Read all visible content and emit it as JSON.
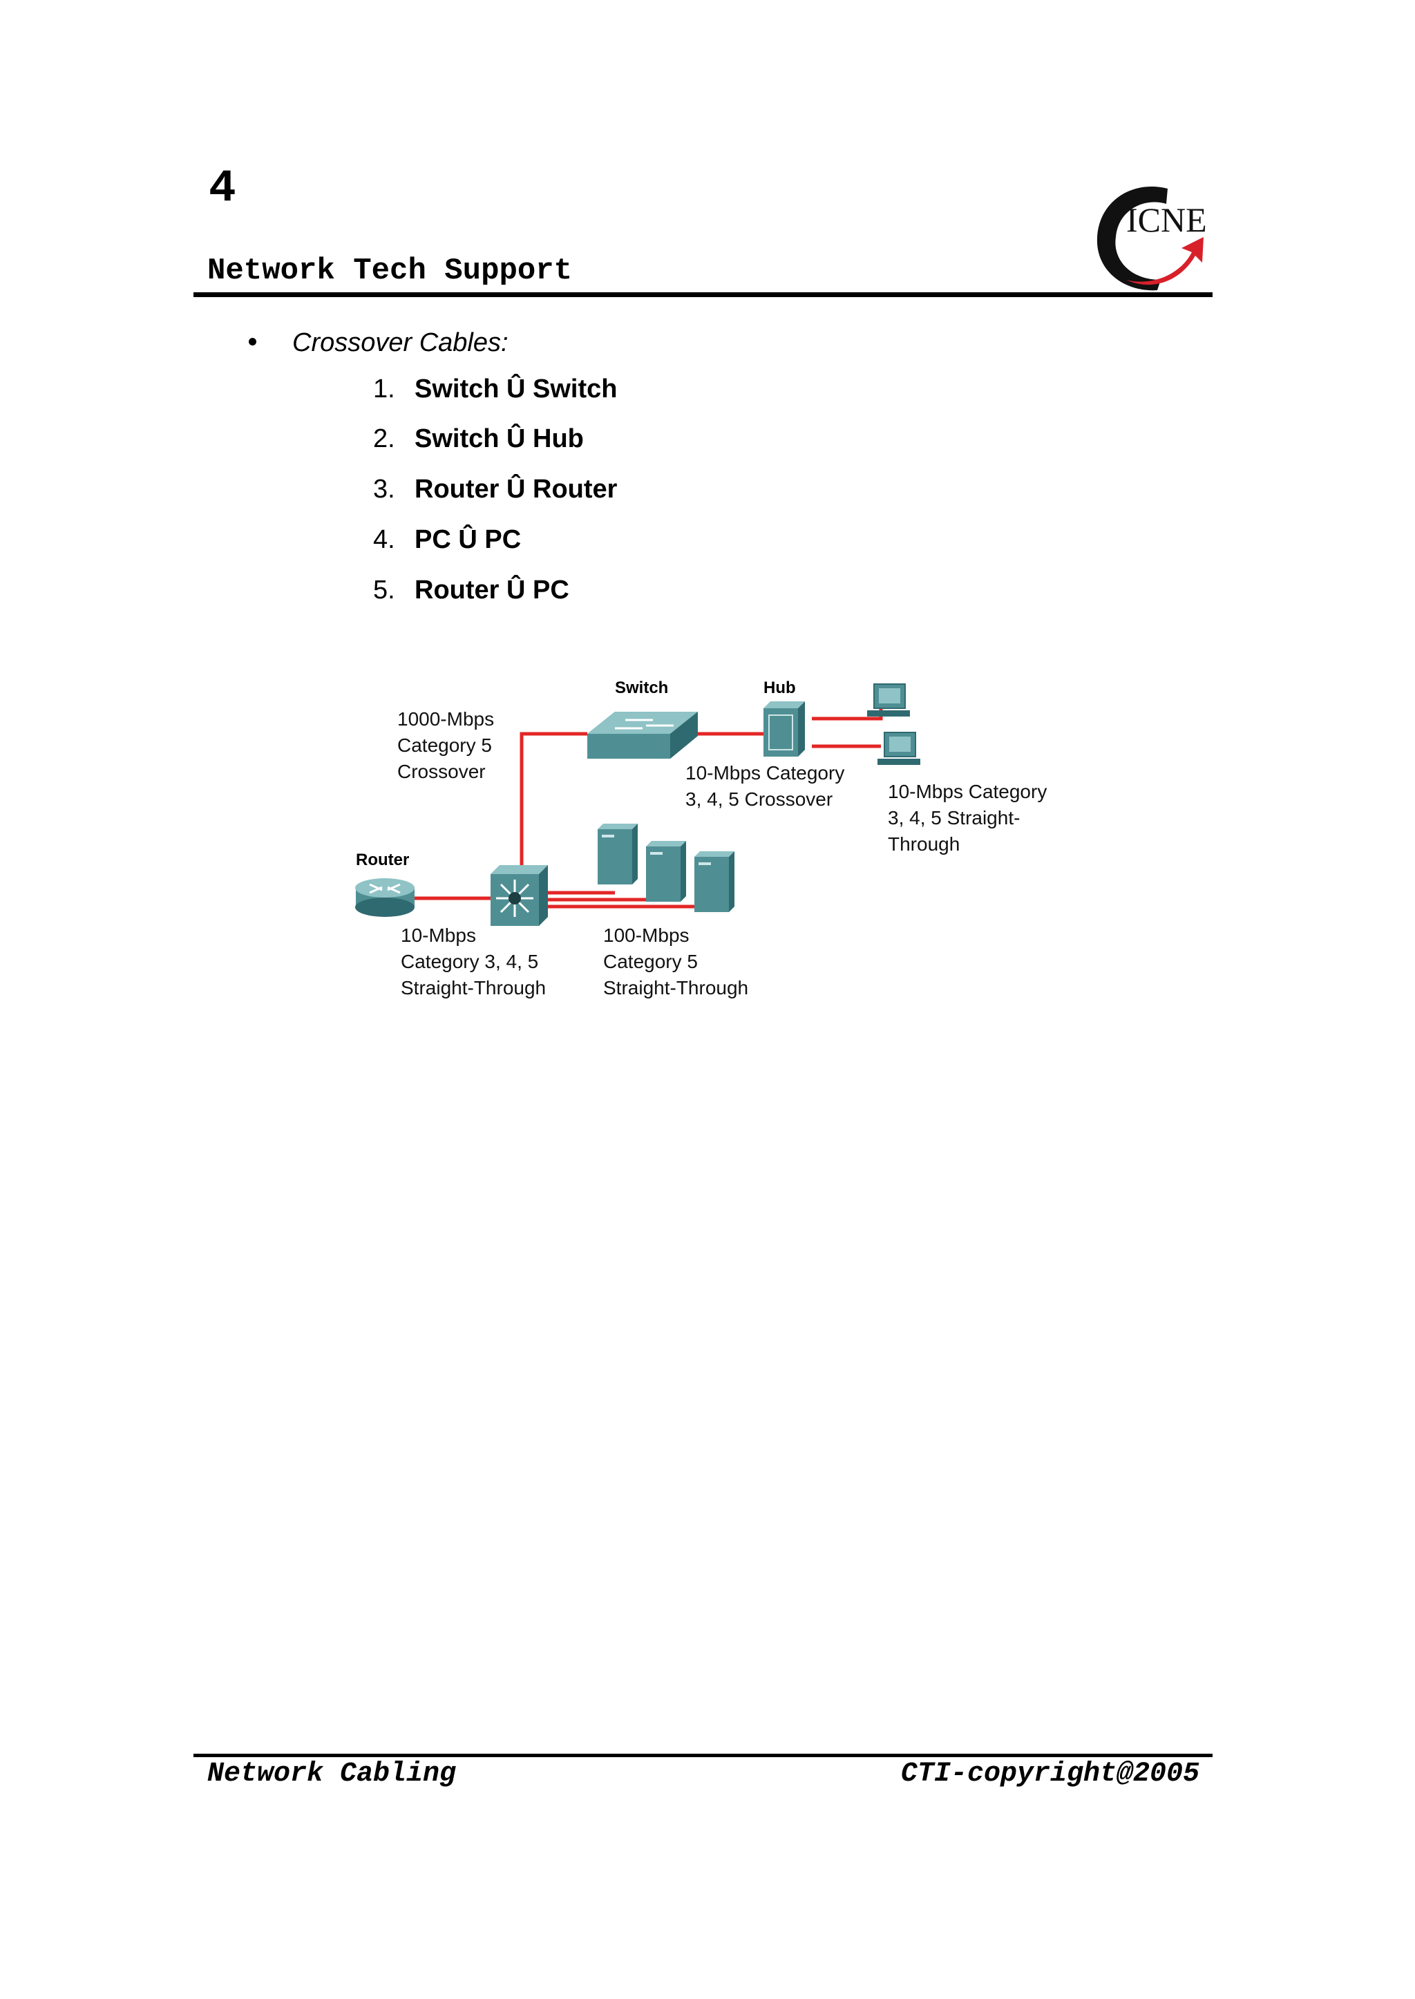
{
  "header": {
    "page_number": "4",
    "title": "Network Tech Support",
    "logo_text": "ICNE"
  },
  "bullet": {
    "text": "Crossover Cables:"
  },
  "list": [
    {
      "number": "1.",
      "label": "Switch Û Switch"
    },
    {
      "number": "2.",
      "label": "Switch Û Hub"
    },
    {
      "number": "3.",
      "label": "Router Û Router"
    },
    {
      "number": "4.",
      "label": "PC Û PC"
    },
    {
      "number": "5.",
      "label": "Router Û PC"
    }
  ],
  "diagram": {
    "switch_label": "Switch",
    "hub_label": "Hub",
    "router_label": "Router",
    "note_1000": [
      "1000-Mbps",
      "Category  5",
      "Crossover"
    ],
    "note_10_crossover": [
      "10-Mbps Category",
      "3, 4, 5 Crossover"
    ],
    "note_10_straight": [
      "10-Mbps Category",
      "3, 4, 5 Straight-",
      "Through"
    ],
    "note_10_router": [
      "10-Mbps",
      "Category 3, 4, 5",
      "Straight-Through"
    ],
    "note_100": [
      "100-Mbps",
      "Category  5",
      "Straight-Through"
    ],
    "colors": {
      "cable": "#e32626",
      "device": "#4f8f94",
      "device_dark": "#2f6a70",
      "device_light": "#8fc3c6"
    }
  },
  "footer": {
    "left": "Network Cabling",
    "right": "CTI-copyright@2005"
  }
}
